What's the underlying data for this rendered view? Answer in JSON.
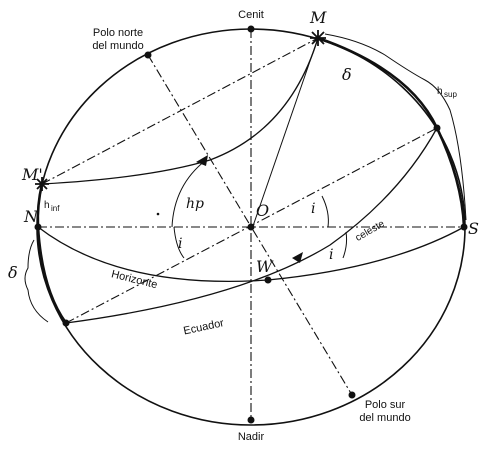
{
  "labels": {
    "zenith": "Cenit",
    "nadir": "Nadir",
    "north_pole": [
      "Polo norte",
      "del mundo"
    ],
    "south_pole": [
      "Polo sur",
      "del mundo"
    ],
    "horizon": "Horizonte",
    "equator": "Ecuador",
    "celestial": "celeste",
    "star_upper": "M",
    "star_lower": "M'",
    "north": "N",
    "south": "S",
    "west": "W",
    "center": "O",
    "delta_upper": "δ",
    "delta_lower": "δ",
    "h_sup": "h",
    "h_sup_sub": "sup",
    "h_inf": "h",
    "h_inf_sub": "inf",
    "hp": "hp",
    "angle_i": "i"
  }
}
